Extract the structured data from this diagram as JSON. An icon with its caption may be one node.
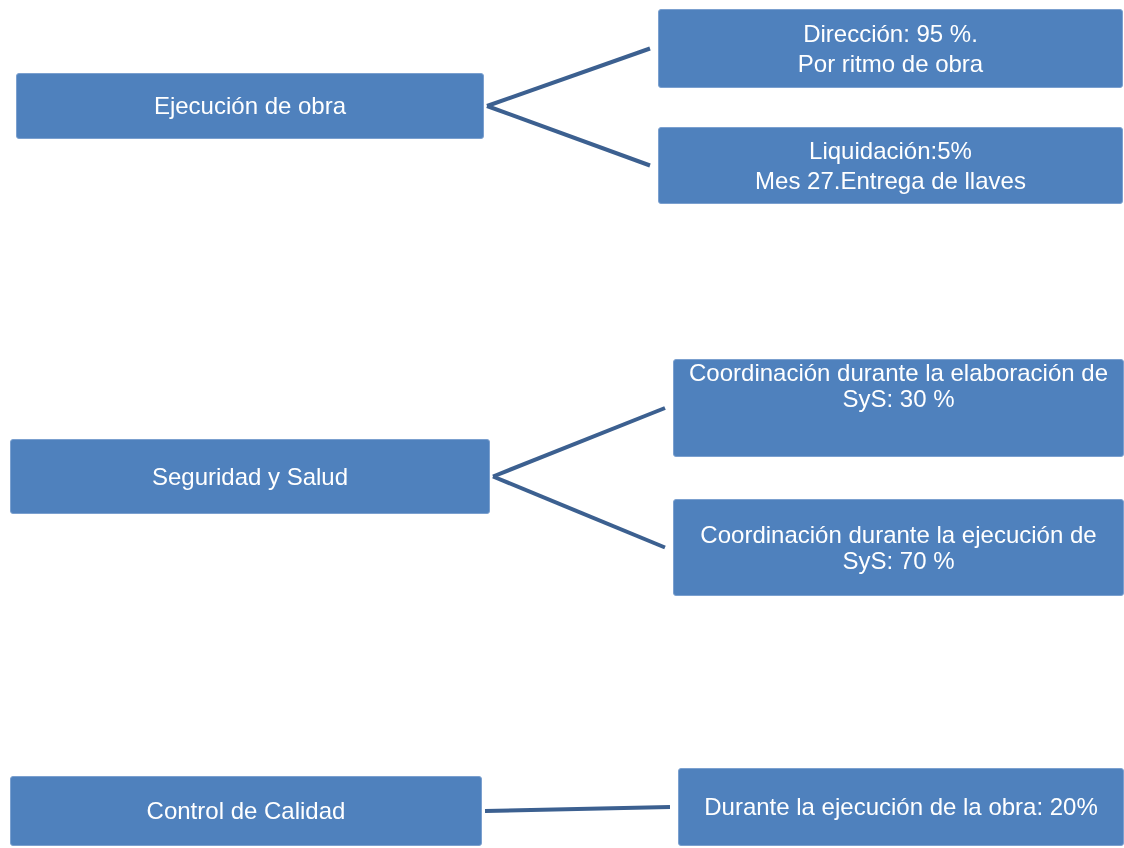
{
  "diagram": {
    "nodes": [
      {
        "text": [
          "Ejecución de obra"
        ]
      },
      {
        "text": [
          "Dirección: 95 %.",
          "Por ritmo de obra"
        ]
      },
      {
        "text": [
          "Liquidación:5%",
          "Mes 27.Entrega de llaves"
        ]
      },
      {
        "text": [
          "Seguridad y Salud"
        ]
      },
      {
        "text": [
          "Coordinación durante la elaboración de SyS: 30 %"
        ]
      },
      {
        "text": [
          "Coordinación durante la ejecución de SyS: 70 %"
        ]
      },
      {
        "text": [
          "Control de Calidad"
        ]
      },
      {
        "text": [
          "Durante la ejecución de la obra: 20%"
        ]
      }
    ],
    "edges": [
      {
        "from": 0,
        "to": 1,
        "arrow": "none"
      },
      {
        "from": 0,
        "to": 2,
        "arrow": "none"
      },
      {
        "from": 3,
        "to": 4,
        "arrow": "none"
      },
      {
        "from": 3,
        "to": 5,
        "arrow": "none"
      },
      {
        "from": 6,
        "to": 7,
        "arrow": "none"
      }
    ]
  }
}
